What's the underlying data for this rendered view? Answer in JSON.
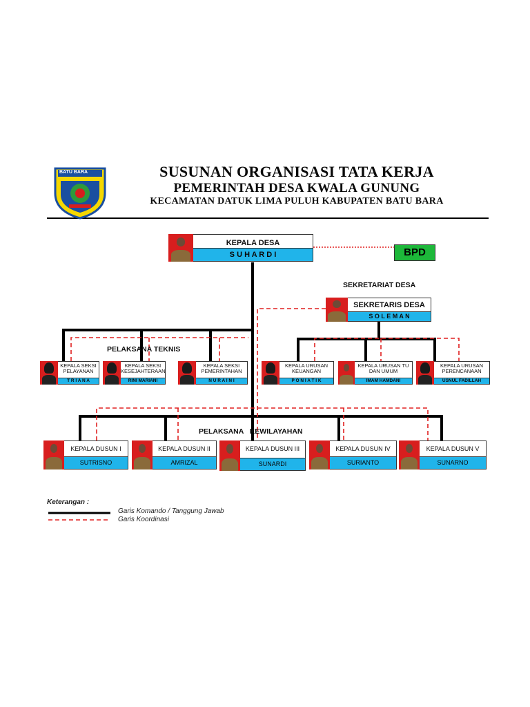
{
  "header": {
    "logo_text": "BATU BARA",
    "title_line1": "SUSUNAN ORGANISASI TATA KERJA",
    "title_line2": "PEMERINTAH DESA KWALA GUNUNG",
    "title_line3": "KECAMATAN DATUK LIMA PULUH KABUPATEN BATU BARA"
  },
  "kepala_desa": {
    "position": "KEPALA DESA",
    "name": "S U H A R D I"
  },
  "bpd": {
    "label": "BPD"
  },
  "sekretariat": {
    "label": "SEKRETARIAT DESA",
    "position": "SEKRETARIS DESA",
    "name": "S O L E M A N"
  },
  "pelaksana_teknis": {
    "label": "PELAKSANA TEKNIS",
    "items": [
      {
        "position": "KEPALA SEKSI PELAYANAN",
        "name": "T R I A N A"
      },
      {
        "position": "KEPALA SEKSI KESEJAHTERAAN",
        "name": "RINI MARIANI"
      },
      {
        "position": "KEPALA SEKSI PEMERINTAHAN",
        "name": "N U R A I N I"
      }
    ]
  },
  "urusan": {
    "items": [
      {
        "position": "KEPALA URUSAN KEUANGAN",
        "name": "P O N I A T I K"
      },
      {
        "position": "KEPALA URUSAN TU DAN UMUM",
        "name": "IMAM HAMDANI"
      },
      {
        "position": "KEPALA URUSAN PERENCANAAN",
        "name": "USNUL FADILLAH"
      }
    ]
  },
  "kewilayahan": {
    "label": "PELAKSANA   KEWILAYAHAN",
    "items": [
      {
        "position": "KEPALA DUSUN I",
        "name": "SUTRISNO"
      },
      {
        "position": "KEPALA DUSUN II",
        "name": "AMRIZAL"
      },
      {
        "position": "KEPALA DUSUN III",
        "name": "SUNARDI"
      },
      {
        "position": "KEPALA DUSUN IV",
        "name": "SURIANTO"
      },
      {
        "position": "KEPALA DUSUN V",
        "name": "SUNARNO"
      }
    ]
  },
  "legend": {
    "title": "Keterangan :",
    "command": "Garis Komando / Tanggung Jawab",
    "coordination": "Garis Koordinasi"
  },
  "colors": {
    "name_bar": "#20b4ea",
    "photo_bg": "#d81e1e",
    "bpd": "#1db83a",
    "coordination_line": "#e02020",
    "command_line": "#000000"
  }
}
